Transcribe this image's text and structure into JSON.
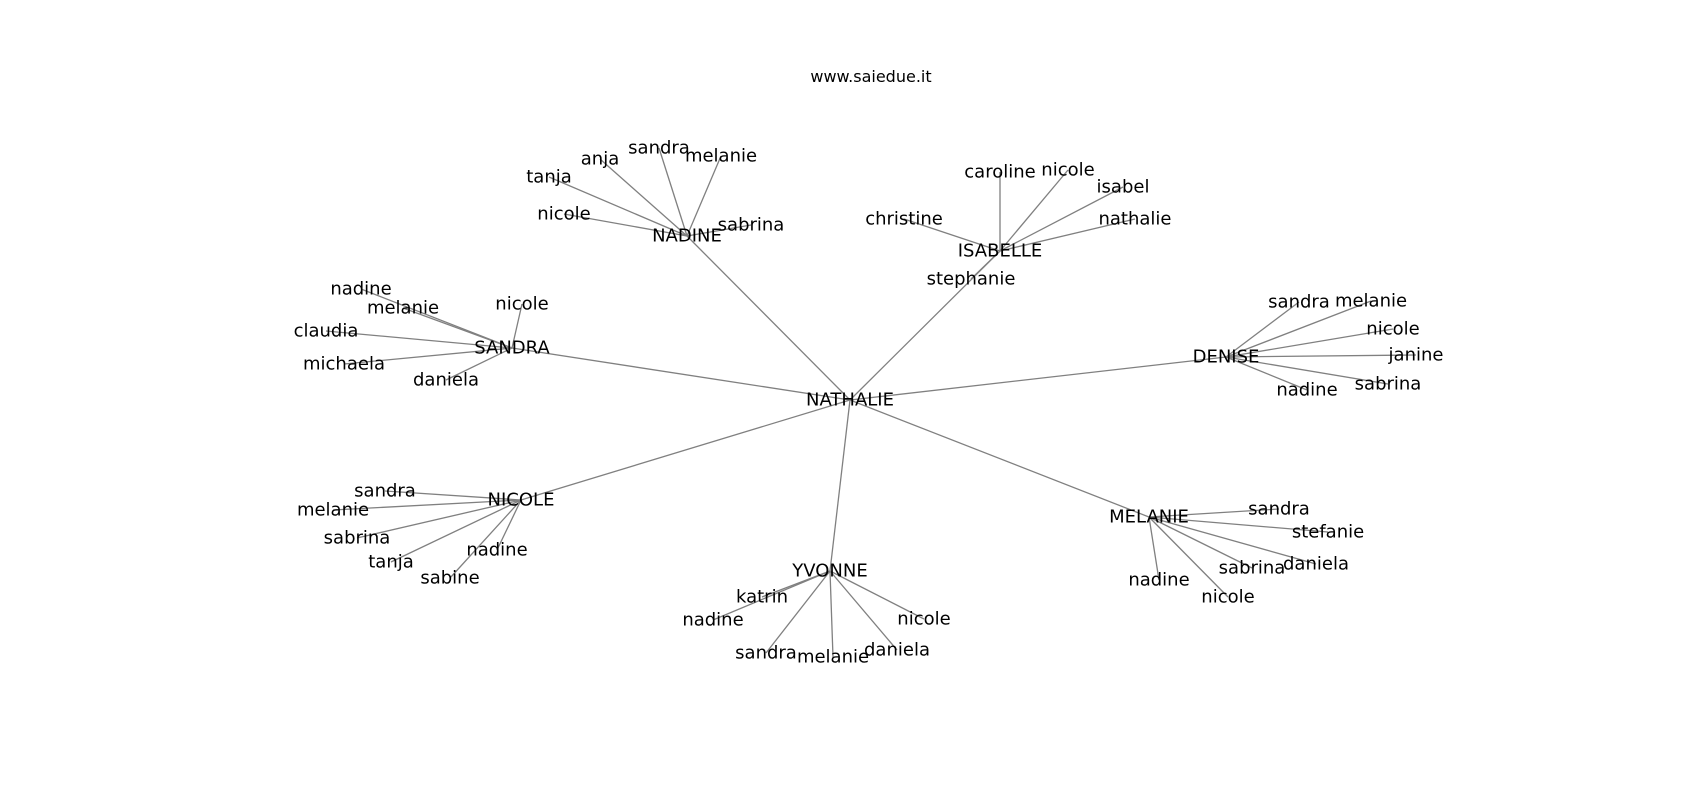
{
  "title": "www.saiedue.it",
  "colors": {
    "edge": "#808080",
    "text": "#000000",
    "background": "#ffffff"
  },
  "root": {
    "label": "NATHALIE"
  },
  "hubs": [
    {
      "label": "NADINE",
      "leaves": [
        "nicole",
        "tanja",
        "anja",
        "sandra",
        "melanie",
        "sabrina"
      ]
    },
    {
      "label": "ISABELLE",
      "leaves": [
        "stephanie",
        "christine",
        "caroline",
        "nicole",
        "isabel",
        "nathalie"
      ]
    },
    {
      "label": "DENISE",
      "leaves": [
        "sandra",
        "melanie",
        "nicole",
        "janine",
        "sabrina",
        "nadine"
      ]
    },
    {
      "label": "MELANIE",
      "leaves": [
        "sandra",
        "stefanie",
        "daniela",
        "sabrina",
        "nicole",
        "nadine"
      ]
    },
    {
      "label": "YVONNE",
      "leaves": [
        "nicole",
        "daniela",
        "melanie",
        "sandra",
        "nadine",
        "katrin"
      ]
    },
    {
      "label": "NICOLE",
      "leaves": [
        "nadine",
        "sabine",
        "tanja",
        "sabrina",
        "melanie",
        "sandra"
      ]
    },
    {
      "label": "SANDRA",
      "leaves": [
        "daniela",
        "michaela",
        "claudia",
        "nadine",
        "melanie",
        "nicole"
      ]
    }
  ]
}
